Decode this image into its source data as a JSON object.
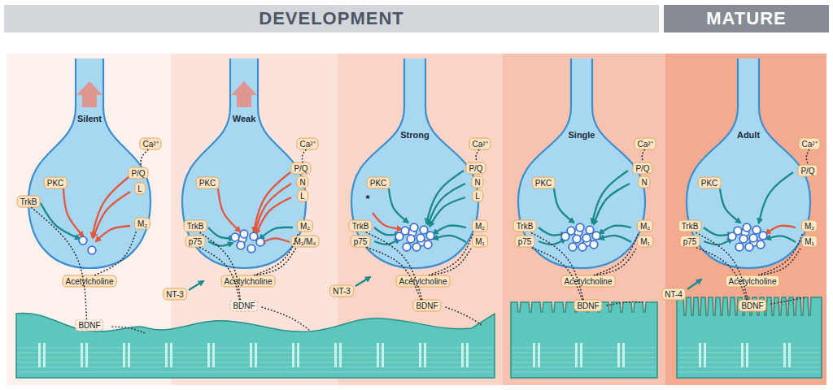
{
  "diagram": {
    "nodes": [
      {
        "text": [
          "DEVELOPMENT"
        ]
      },
      {
        "text": [
          "MATURE"
        ]
      },
      {
        "text": [
          "Silent"
        ]
      },
      {
        "text": [
          "Ca²⁺"
        ]
      },
      {
        "text": [
          "PKC"
        ],
        "in": 2
      },
      {
        "text": [
          "P/Q"
        ],
        "in": 2
      },
      {
        "text": [
          "L"
        ],
        "in": 2
      },
      {
        "text": [
          "TrkB"
        ],
        "in": 2
      },
      {
        "text": [
          "M₂"
        ],
        "in": 2
      },
      {
        "text": [
          "Acetylcholine"
        ]
      },
      {
        "text": [
          "BDNF"
        ]
      },
      {
        "text": [
          "Weak"
        ]
      },
      {
        "text": [
          "Ca²⁺"
        ]
      },
      {
        "text": [
          "PKC"
        ],
        "in": 11
      },
      {
        "text": [
          "P/Q"
        ],
        "in": 11
      },
      {
        "text": [
          "N"
        ],
        "in": 11
      },
      {
        "text": [
          "L"
        ],
        "in": 11
      },
      {
        "text": [
          "TrkB"
        ],
        "in": 11
      },
      {
        "text": [
          "p75"
        ],
        "in": 11
      },
      {
        "text": [
          "M₂"
        ],
        "in": 11
      },
      {
        "text": [
          "M₁/M₄"
        ],
        "in": 11
      },
      {
        "text": [
          "Acetylcholine"
        ]
      },
      {
        "text": [
          "NT-3"
        ]
      },
      {
        "text": [
          "BDNF"
        ]
      },
      {
        "text": [
          "Strong"
        ]
      },
      {
        "text": [
          "Ca²⁺"
        ]
      },
      {
        "text": [
          "PKC"
        ],
        "in": 24
      },
      {
        "text": [
          "P/Q"
        ],
        "in": 24
      },
      {
        "text": [
          "N"
        ],
        "in": 24
      },
      {
        "text": [
          "L"
        ],
        "in": 24
      },
      {
        "text": [
          "TrkB"
        ],
        "in": 24
      },
      {
        "text": [
          "p75"
        ],
        "in": 24
      },
      {
        "text": [
          "M₂"
        ],
        "in": 24
      },
      {
        "text": [
          "M₁"
        ],
        "in": 24
      },
      {
        "text": [
          "Acetylcholine"
        ]
      },
      {
        "text": [
          "NT-3"
        ]
      },
      {
        "text": [
          "BDNF"
        ]
      },
      {
        "text": [
          "Single"
        ]
      },
      {
        "text": [
          "Ca²⁺"
        ]
      },
      {
        "text": [
          "PKC"
        ],
        "in": 37
      },
      {
        "text": [
          "P/Q"
        ],
        "in": 37
      },
      {
        "text": [
          "N"
        ],
        "in": 37
      },
      {
        "text": [
          "TrkB"
        ],
        "in": 37
      },
      {
        "text": [
          "p75"
        ],
        "in": 37
      },
      {
        "text": [
          "M₂"
        ],
        "in": 37
      },
      {
        "text": [
          "M₁"
        ],
        "in": 37
      },
      {
        "text": [
          "Acetylcholine"
        ]
      },
      {
        "text": [
          "BDNF"
        ]
      },
      {
        "text": [
          "Adult"
        ]
      },
      {
        "text": [
          "Ca²⁺"
        ]
      },
      {
        "text": [
          "PKC"
        ],
        "in": 48
      },
      {
        "text": [
          "P/Q"
        ],
        "in": 48
      },
      {
        "text": [
          "TrkB"
        ],
        "in": 48
      },
      {
        "text": [
          "p75"
        ],
        "in": 48
      },
      {
        "text": [
          "M₂"
        ],
        "in": 48
      },
      {
        "text": [
          "M₁"
        ],
        "in": 48
      },
      {
        "text": [
          "Acetylcholine"
        ]
      },
      {
        "text": [
          "NT-4"
        ]
      },
      {
        "text": [
          "BDNF"
        ]
      }
    ],
    "edges": [
      {
        "from": 3,
        "to": 5,
        "arrow": "none"
      },
      {
        "from": 9,
        "to": 8,
        "arrow": "none"
      },
      {
        "from": 10,
        "to": 7,
        "arrow": "none"
      },
      {
        "from": 12,
        "to": 14,
        "arrow": "none"
      },
      {
        "from": 21,
        "to": 19,
        "arrow": "none"
      },
      {
        "from": 21,
        "to": 20,
        "arrow": "none"
      },
      {
        "from": 23,
        "to": 17,
        "arrow": "none"
      },
      {
        "from": 23,
        "to": 18,
        "arrow": "none"
      },
      {
        "from": 25,
        "to": 27,
        "arrow": "none"
      },
      {
        "from": 34,
        "to": 32,
        "arrow": "none"
      },
      {
        "from": 34,
        "to": 33,
        "arrow": "none"
      },
      {
        "from": 36,
        "to": 30,
        "arrow": "none"
      },
      {
        "from": 36,
        "to": 31,
        "arrow": "none"
      },
      {
        "from": 38,
        "to": 40,
        "arrow": "none"
      },
      {
        "from": 46,
        "to": 44,
        "arrow": "none"
      },
      {
        "from": 46,
        "to": 45,
        "arrow": "none"
      },
      {
        "from": 47,
        "to": 42,
        "arrow": "none"
      },
      {
        "from": 47,
        "to": 43,
        "arrow": "none"
      },
      {
        "from": 49,
        "to": 51,
        "arrow": "none"
      },
      {
        "from": 56,
        "to": 54,
        "arrow": "none"
      },
      {
        "from": 56,
        "to": 55,
        "arrow": "none"
      },
      {
        "from": 58,
        "to": 52,
        "arrow": "none"
      },
      {
        "from": 58,
        "to": 53,
        "arrow": "none"
      }
    ],
    "labels": [
      "*"
    ]
  }
}
